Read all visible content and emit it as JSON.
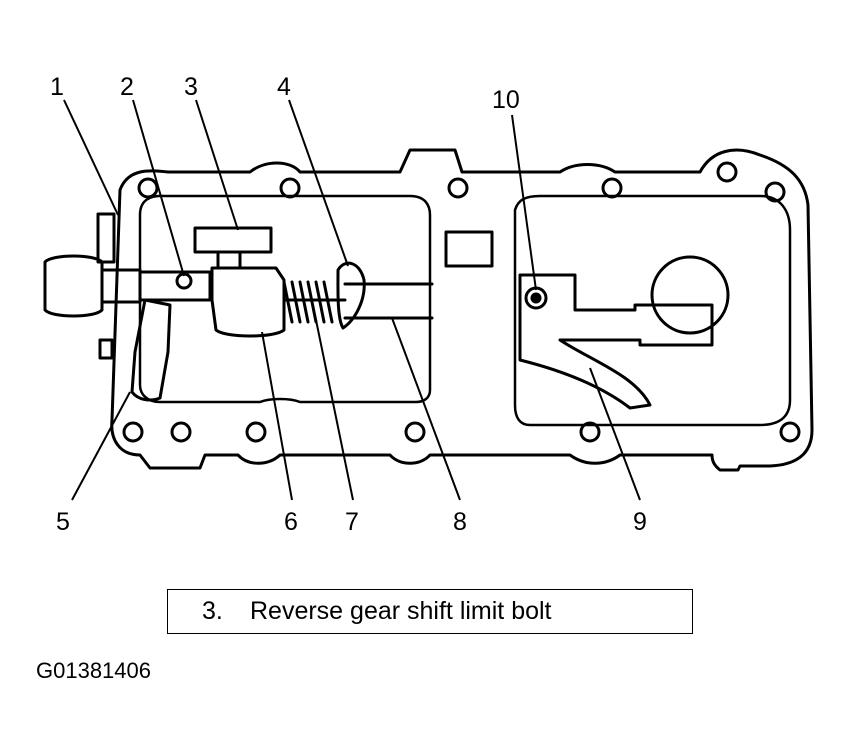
{
  "diagram": {
    "callouts": [
      {
        "id": "1",
        "label": "1"
      },
      {
        "id": "2",
        "label": "2"
      },
      {
        "id": "3",
        "label": "3"
      },
      {
        "id": "4",
        "label": "4"
      },
      {
        "id": "5",
        "label": "5"
      },
      {
        "id": "6",
        "label": "6"
      },
      {
        "id": "7",
        "label": "7"
      },
      {
        "id": "8",
        "label": "8"
      },
      {
        "id": "9",
        "label": "9"
      },
      {
        "id": "10",
        "label": "10"
      }
    ]
  },
  "legend": {
    "number": "3.",
    "text": "Reverse gear shift limit bolt"
  },
  "figure_code": "G01381406"
}
